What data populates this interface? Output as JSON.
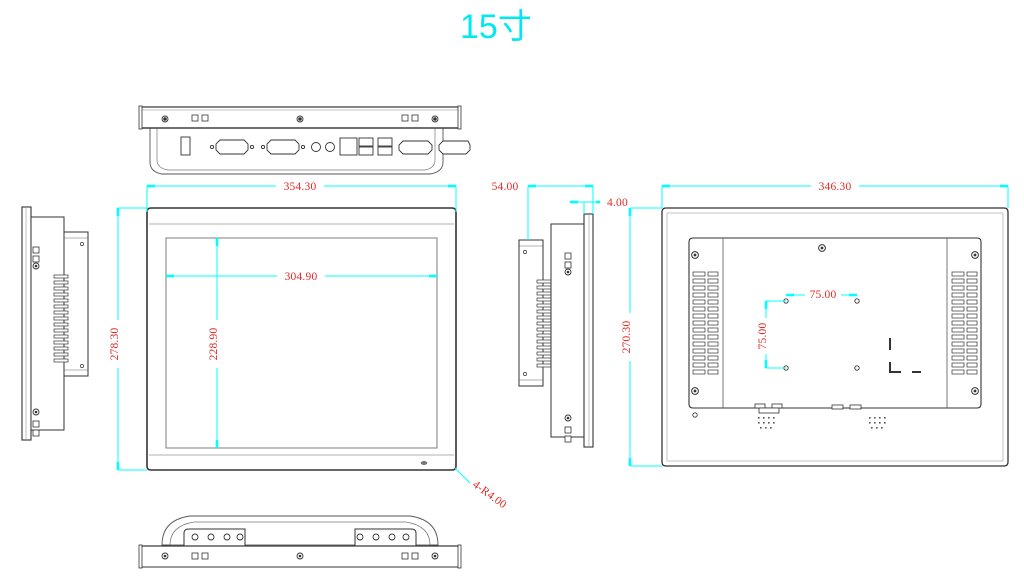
{
  "drawing": {
    "title": "15寸",
    "title_color": "#00e8f0",
    "dimension_text_color": "#e02a26",
    "dimension_line_color": "#00ffff",
    "outline_color": "#333333",
    "background_color": "#ffffff",
    "units": "mm"
  },
  "views": {
    "top": {
      "name": "top-view"
    },
    "front": {
      "name": "front-view"
    },
    "left_side": {
      "name": "left-side-view"
    },
    "right_side": {
      "name": "right-side-view"
    },
    "rear": {
      "name": "rear-view"
    },
    "bottom": {
      "name": "bottom-view"
    }
  },
  "dimensions": {
    "front_width": "354.30",
    "front_height": "278.30",
    "screen_width": "304.90",
    "screen_height": "228.90",
    "side_depth": "54.00",
    "bezel_thickness": "4.00",
    "rear_width": "346.30",
    "rear_height": "270.30",
    "vesa_horizontal": "75.00",
    "vesa_vertical": "75.00",
    "corner_radius": "4-R4.00"
  },
  "chart_data": {
    "type": "table",
    "title": "15寸",
    "categories": [
      "front_width",
      "front_height",
      "screen_width",
      "screen_height",
      "side_depth",
      "bezel_thickness",
      "rear_width",
      "rear_height",
      "vesa_horizontal",
      "vesa_vertical",
      "corner_radius"
    ],
    "values": [
      354.3,
      278.3,
      304.9,
      228.9,
      54.0,
      4.0,
      346.3,
      270.3,
      75.0,
      75.0,
      4.0
    ],
    "xlabel": "",
    "ylabel": "",
    "annotations": [
      "354.30",
      "278.30",
      "304.90",
      "228.90",
      "54.00",
      "4.00",
      "346.30",
      "270.30",
      "75.00",
      "75.00",
      "4-R4.00"
    ]
  }
}
